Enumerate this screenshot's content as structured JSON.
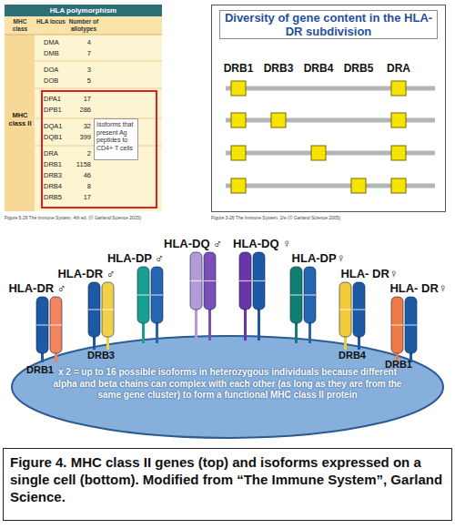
{
  "diagram": {
    "caption": "Figure 4. MHC class II genes (top) and isoforms expressed on a single cell (bottom). Modified from “The Immune System”, Garland Science.",
    "nodes": [
      {
        "text": [
          "HLA polymorphism"
        ]
      },
      {
        "text": [
          "Isoforms that present Ag peptides to CD4+ T cells"
        ],
        "in": 0
      },
      {
        "text": [
          "Diversity of gene content in the HLA-DR subdivision"
        ]
      },
      {
        "text": [
          "HLA-DR ♂"
        ]
      },
      {
        "text": [
          "HLA-DR ♂"
        ]
      },
      {
        "text": [
          "HLA-DP ♂"
        ]
      },
      {
        "text": [
          "HLA-DQ ♂"
        ]
      },
      {
        "text": [
          "HLA-DQ ♀"
        ]
      },
      {
        "text": [
          "HLA-DP♀"
        ]
      },
      {
        "text": [
          "HLA- DR♀"
        ]
      },
      {
        "text": [
          "HLA- DR♀"
        ]
      },
      {
        "text": [
          "x 2 = up to 16 possible isoforms in heterozygous individuals because different alpha and beta chains can complex with each other (as long as they are from the same gene cluster) to form a functional MHC class II protein"
        ]
      }
    ],
    "labels": [
      "MHC class",
      "HLA locus",
      "Number of allotypes",
      "DMA",
      "4",
      "DMB",
      "7",
      "DOA",
      "3",
      "DOB",
      "5",
      "MHC class II",
      "DPA1",
      "17",
      "DPB1",
      "286",
      "DQA1",
      "32",
      "DQB1",
      "399",
      "DRA",
      "2",
      "DRB1",
      "1158",
      "DRB3",
      "46",
      "DRB4",
      "8",
      "DRB5",
      "17",
      "Figure 5.29 The Immune System, 4th ed. (© Garland Science 2015)",
      "DRB1",
      "DRB3",
      "DRB4",
      "DRB5",
      "DRA",
      "Figure 3-26 The Immune System, 2/e (© Garland Science 2005)",
      "DRB3",
      "DRB4",
      "DRB1",
      "DRB1"
    ]
  }
}
